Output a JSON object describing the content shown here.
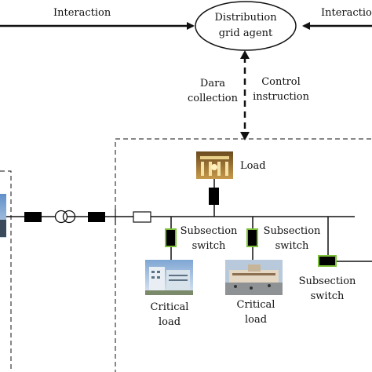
{
  "interaction_left": "Interaction",
  "interaction_right": "Interaction",
  "agent_line1": "Distribution",
  "agent_line2": "grid agent",
  "data_collection_line1": "Dara",
  "data_collection_line2": "collection",
  "control_line1": "Control",
  "control_line2": "instruction",
  "load_label": "Load",
  "switch1_line1": "Subsection",
  "switch1_line2": "switch",
  "switch2_line1": "Subsection",
  "switch2_line2": "switch",
  "switch3_line1": "Subsection",
  "switch3_line2": "switch",
  "critical1_line1": "Critical",
  "critical1_line2": "load",
  "critical2_line1": "Critical",
  "critical2_line2": "load",
  "colors": {
    "line": "#111111",
    "switch_fill": "#000000",
    "switch_border": "#7cc03a"
  }
}
